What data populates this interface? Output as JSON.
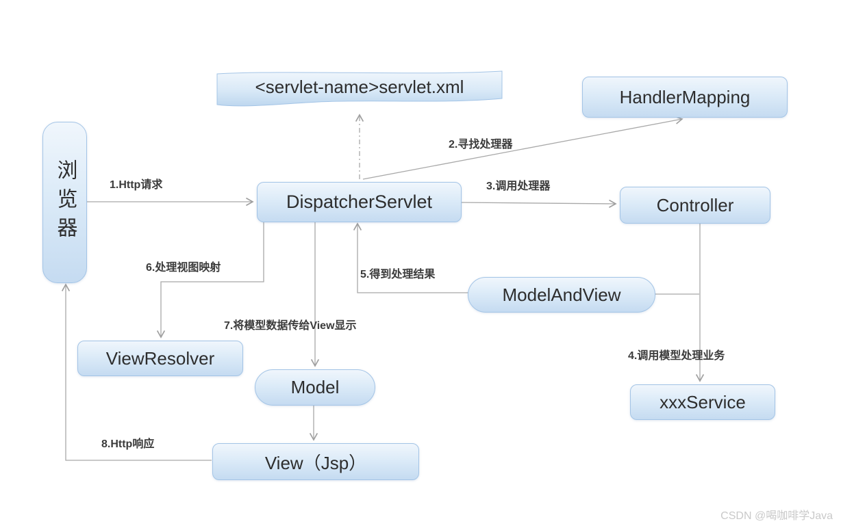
{
  "diagram": {
    "title_context": "Spring MVC request flow diagram",
    "nodes": {
      "browser": {
        "label": "浏览器",
        "shape": "rounded-rect-vertical"
      },
      "servlet_xml": {
        "label": "<servlet-name>servlet.xml",
        "shape": "wave-banner"
      },
      "handler_mapping": {
        "label": "HandlerMapping",
        "shape": "rounded-rect"
      },
      "dispatcher_servlet": {
        "label": "DispatcherServlet",
        "shape": "rounded-rect"
      },
      "controller": {
        "label": "Controller",
        "shape": "rounded-rect"
      },
      "model_and_view": {
        "label": "ModelAndView",
        "shape": "stadium"
      },
      "view_resolver": {
        "label": "ViewResolver",
        "shape": "rounded-rect"
      },
      "model": {
        "label": "Model",
        "shape": "stadium"
      },
      "xxx_service": {
        "label": "xxxService",
        "shape": "rounded-rect"
      },
      "view_jsp": {
        "label": "View（Jsp）",
        "shape": "rounded-rect"
      }
    },
    "edge_labels": {
      "step1": "1.Http请求",
      "step2": "2.寻找处理器",
      "step3": "3.调用处理器",
      "step4": "4.调用模型处理业务",
      "step5": "5.得到处理结果",
      "step6": "6.处理视图映射",
      "step7": "7.将模型数据传给View显示",
      "step8": "8.Http响应"
    },
    "colors": {
      "node_fill_top": "#f0f6fc",
      "node_fill_bottom": "#c5dbf1",
      "node_border": "#a3c4e6",
      "node_text": "#2d2d2d",
      "arrow": "#9f9f9f",
      "edge_label_text": "#3b3b3b",
      "watermark_text": "#c9c9c9"
    }
  },
  "watermark": "CSDN @喝咖啡学Java"
}
